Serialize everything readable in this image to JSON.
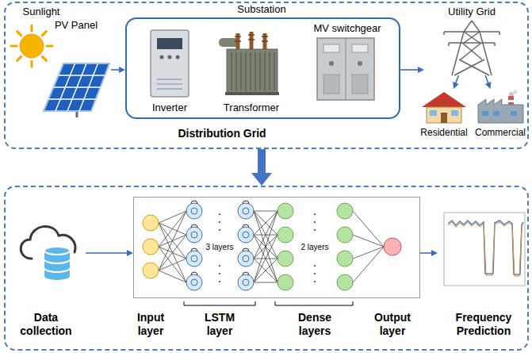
{
  "diagram": {
    "nodes": [
      {
        "text": [
          "Distribution Grid"
        ]
      },
      {
        "text": [
          "Sunlight",
          "PV Panel"
        ],
        "in": 0
      },
      {
        "text": [
          "Substation"
        ],
        "in": 0
      },
      {
        "text": [
          "Inverter"
        ],
        "in": 2
      },
      {
        "text": [
          "Transformer"
        ],
        "in": 2
      },
      {
        "text": [
          "MV switchgear"
        ],
        "in": 2
      },
      {
        "text": [
          "Utility Grid"
        ],
        "in": 0
      },
      {
        "text": [
          "Residential"
        ],
        "in": 0
      },
      {
        "text": [
          "Commercial"
        ],
        "in": 0
      },
      {
        "text": []
      },
      {
        "text": [
          "Data collection"
        ],
        "in": 9
      },
      {
        "text": [
          "3 layers",
          "2 layers"
        ],
        "in": 9
      },
      {
        "text": [
          "Frequency Prediction"
        ],
        "in": 9
      }
    ],
    "edges": [
      {
        "from": 1,
        "to": 2,
        "arrow": "to"
      },
      {
        "from": 2,
        "to": 6,
        "arrow": "to"
      },
      {
        "from": 6,
        "to": 7,
        "arrow": "to"
      },
      {
        "from": 6,
        "to": 8,
        "arrow": "to"
      },
      {
        "from": 0,
        "to": 9,
        "arrow": "to"
      },
      {
        "from": 10,
        "to": 11,
        "arrow": "to"
      },
      {
        "from": 11,
        "to": 12,
        "arrow": "to"
      }
    ],
    "labels": [
      "Input layer",
      "LSTM layer",
      "Dense layers",
      "Output layer"
    ]
  }
}
